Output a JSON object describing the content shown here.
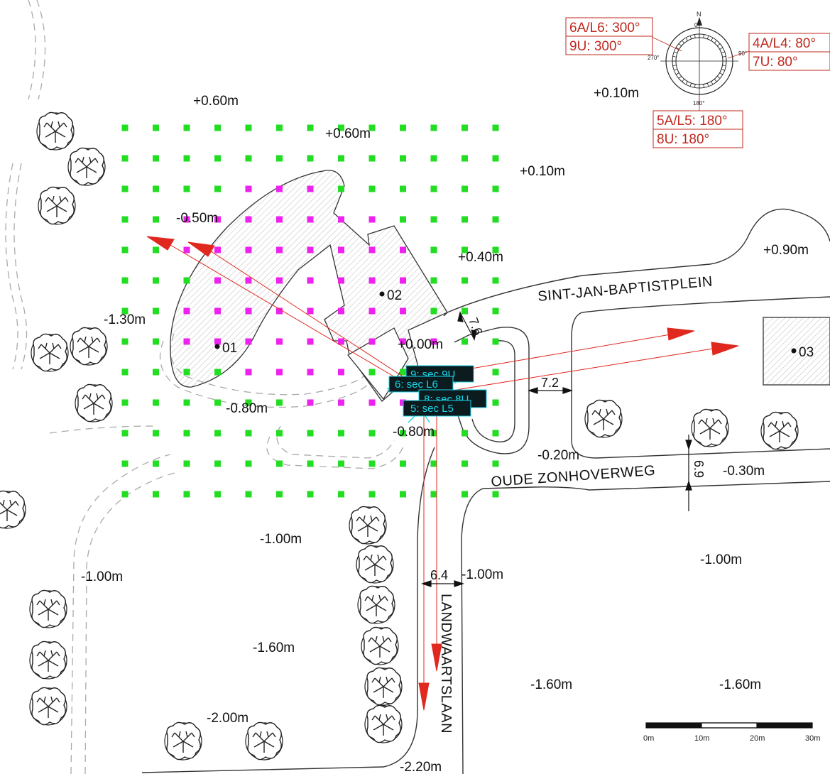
{
  "elevations": {
    "e1": "+0.60m",
    "e2": "+0.60m",
    "e3": "+0.10m",
    "e4": "+0.10m",
    "e5": "-0.50m",
    "e6": "+0.40m",
    "e7": "+0.90m",
    "e8": "-1.30m",
    "e9": "+0.00m",
    "e10": "-0.80m",
    "e11": "-0.80m",
    "e12": "-0.20m",
    "e13": "-0.30m",
    "e14": "-1.00m",
    "e15": "-1.00m",
    "e16": "-1.00m",
    "e17": "-1.00m",
    "e18": "-1.60m",
    "e19": "-1.60m",
    "e20": "-1.60m",
    "e21": "-2.00m",
    "e22": "-2.20m"
  },
  "points": {
    "p1": "01",
    "p2": "02",
    "p3": "03"
  },
  "streets": {
    "s1": "SINT-JAN-BAPTISTPLEIN",
    "s2": "OUDE ZONHOVERWEG",
    "s3": "LANDWAARTSLAAN"
  },
  "dimensions": {
    "d1": "7.6",
    "d2": "7.2",
    "d3": "6.9",
    "d4": "6.4"
  },
  "orientation_boxes": {
    "west_a": "6A/L6: 300°",
    "west_b": "9U: 300°",
    "east_a": "4A/L4: 80°",
    "east_b": "7U: 80°",
    "south_a": "5A/L5: 180°",
    "south_b": "8U: 180°"
  },
  "compass": {
    "north": "N",
    "d0": "0°",
    "d90": "90°",
    "d180": "180°",
    "d270": "270°"
  },
  "sections": {
    "sec9": "9: sec 9U",
    "sec6": "6: sec L6",
    "sec8": "8: sec 8U",
    "sec5": "5: sec L5"
  },
  "scale_bar": {
    "t0": "0m",
    "t1": "10m",
    "t2": "20m",
    "t3": "30m"
  },
  "colors": {
    "grid_green": "#22dd22",
    "grid_magenta": "#ee22ee",
    "arrow_red": "#e0281e",
    "label_red": "#c0281e",
    "section_cyan": "#18d6e8"
  }
}
